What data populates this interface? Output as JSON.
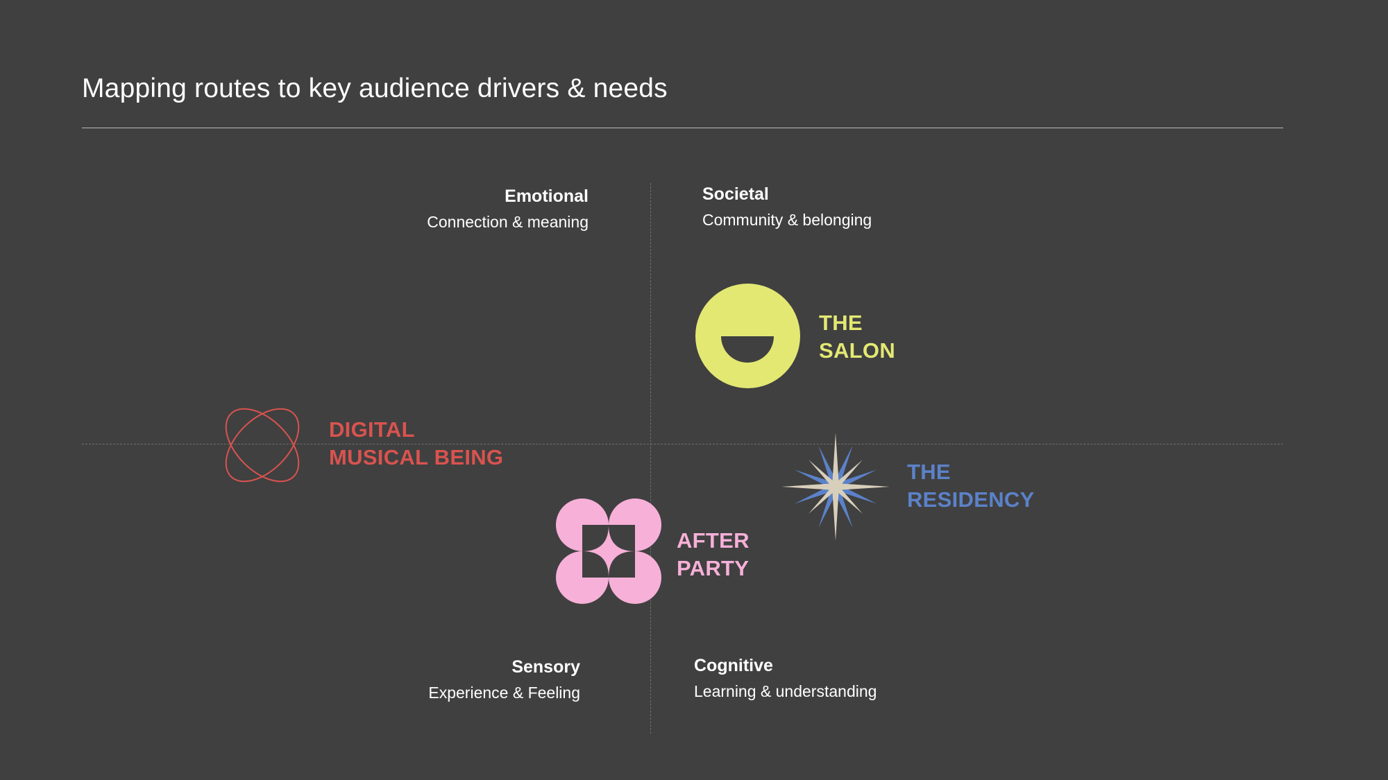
{
  "slide": {
    "title": "Mapping routes to key audience drivers & needs"
  },
  "quadrants": {
    "emotional": {
      "heading": "Emotional",
      "subheading": "Connection & meaning"
    },
    "societal": {
      "heading": "Societal",
      "subheading": "Community & belonging"
    },
    "sensory": {
      "heading": "Sensory",
      "subheading": "Experience & Feeling"
    },
    "cognitive": {
      "heading": "Cognitive",
      "subheading": "Learning & understanding"
    }
  },
  "routes": {
    "salon": {
      "line1": "THE",
      "line2": "SALON",
      "color": "#e3e873",
      "icon": "smile-circle-icon"
    },
    "digital_musical_being": {
      "line1": "DIGITAL",
      "line2": "MUSICAL BEING",
      "color": "#d9534f",
      "icon": "orbit-ellipses-icon"
    },
    "residency": {
      "line1": "THE",
      "line2": "RESIDENCY",
      "color": "#5b82c9",
      "icon": "compass-star-icon"
    },
    "after_party": {
      "line1": "AFTER",
      "line2": "PARTY",
      "color": "#f7b0d8",
      "icon": "quatrefoil-sparkle-icon"
    }
  },
  "colors": {
    "background": "#404040",
    "text": "#ffffff",
    "axis": "#6f6f6f",
    "star_cream": "#d8cfbb"
  }
}
